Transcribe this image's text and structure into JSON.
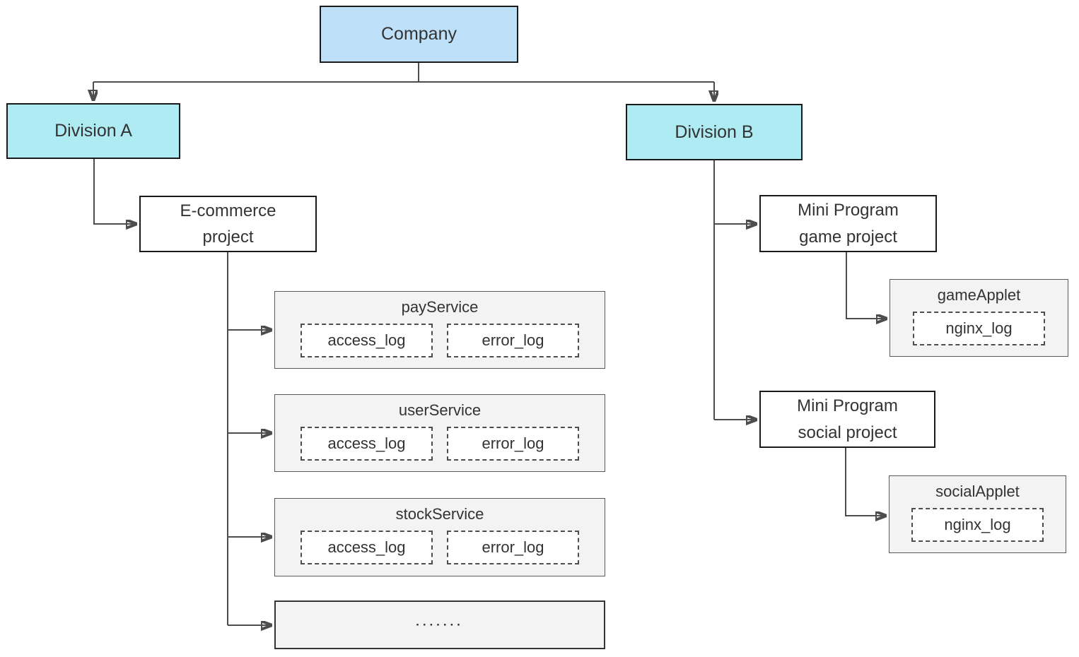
{
  "diagram": {
    "company": {
      "label": "Company"
    },
    "division_a": {
      "label": "Division A",
      "project": {
        "label_line1": "E-commerce",
        "label_line2": "project"
      },
      "services": [
        {
          "title": "payService",
          "logs": [
            "access_log",
            "error_log"
          ]
        },
        {
          "title": "userService",
          "logs": [
            "access_log",
            "error_log"
          ]
        },
        {
          "title": "stockService",
          "logs": [
            "access_log",
            "error_log"
          ]
        }
      ],
      "more_placeholder": "·······"
    },
    "division_b": {
      "label": "Division B",
      "projects": [
        {
          "label_line1": "Mini Program",
          "label_line2": "game project",
          "applet": {
            "title": "gameApplet",
            "log": "nginx_log"
          }
        },
        {
          "label_line1": "Mini Program",
          "label_line2": "social project",
          "applet": {
            "title": "socialApplet",
            "log": "nginx_log"
          }
        }
      ]
    },
    "colors": {
      "company_fill": "#BEE0F8",
      "division_fill": "#AFEBF2",
      "container_fill": "#F3F3F3",
      "node_border": "#1A1A1A",
      "container_border": "#595959",
      "connector": "#4D4D4D",
      "text": "#333333"
    }
  }
}
